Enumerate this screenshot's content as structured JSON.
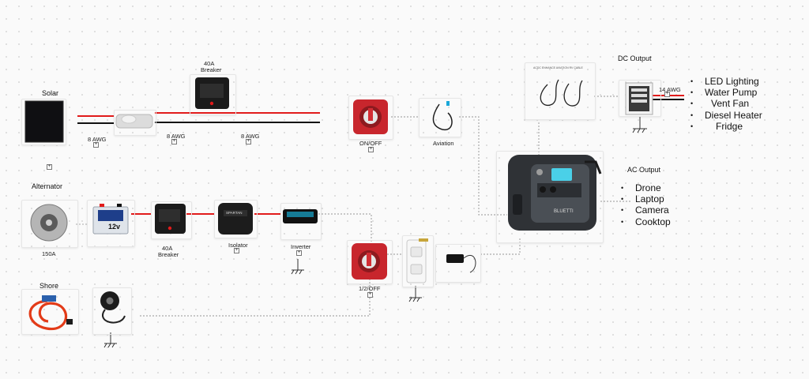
{
  "solar": {
    "title": "Solar",
    "wire_gauge_1": "8 AWG",
    "wire_gauge_2": "8 AWG",
    "wire_gauge_3": "8 AWG"
  },
  "breaker_top": {
    "label_amps": "40A",
    "label_name": "Breaker"
  },
  "switch_top": {
    "label": "ON/OFF"
  },
  "aviation": {
    "label": "Aviation",
    "cable_caption": "ACDC ENHANCE AVIATION RV CABLE"
  },
  "dc_output": {
    "title": "DC Output",
    "wire_gauge": "14 AWG",
    "items": [
      "LED Lighting",
      "Water Pump",
      "Vent Fan",
      "Diesel Heater",
      "Fridge"
    ]
  },
  "ac_output": {
    "title": "AC Output",
    "items": [
      "Drone",
      "Laptop",
      "Camera",
      "Cooktop"
    ]
  },
  "alternator": {
    "title": "Alternator",
    "amps": "150A",
    "battery_label": "12v"
  },
  "breaker_mid": {
    "label_amps": "40A",
    "label_name": "Breaker"
  },
  "isolator": {
    "label": "Isolator",
    "brand": "SPARTAN"
  },
  "inverter": {
    "label": "Inverter"
  },
  "switch_bottom": {
    "label": "1/2/OFF"
  },
  "shore": {
    "title": "Shore"
  },
  "power_station": {
    "brand": "BLUETTI"
  },
  "plus_sign": "+",
  "colors": {
    "positive_wire": "#e11b1b",
    "negative_wire": "#111111",
    "signal_wire": "#9a9a9a",
    "switch_red": "#c8262d"
  }
}
